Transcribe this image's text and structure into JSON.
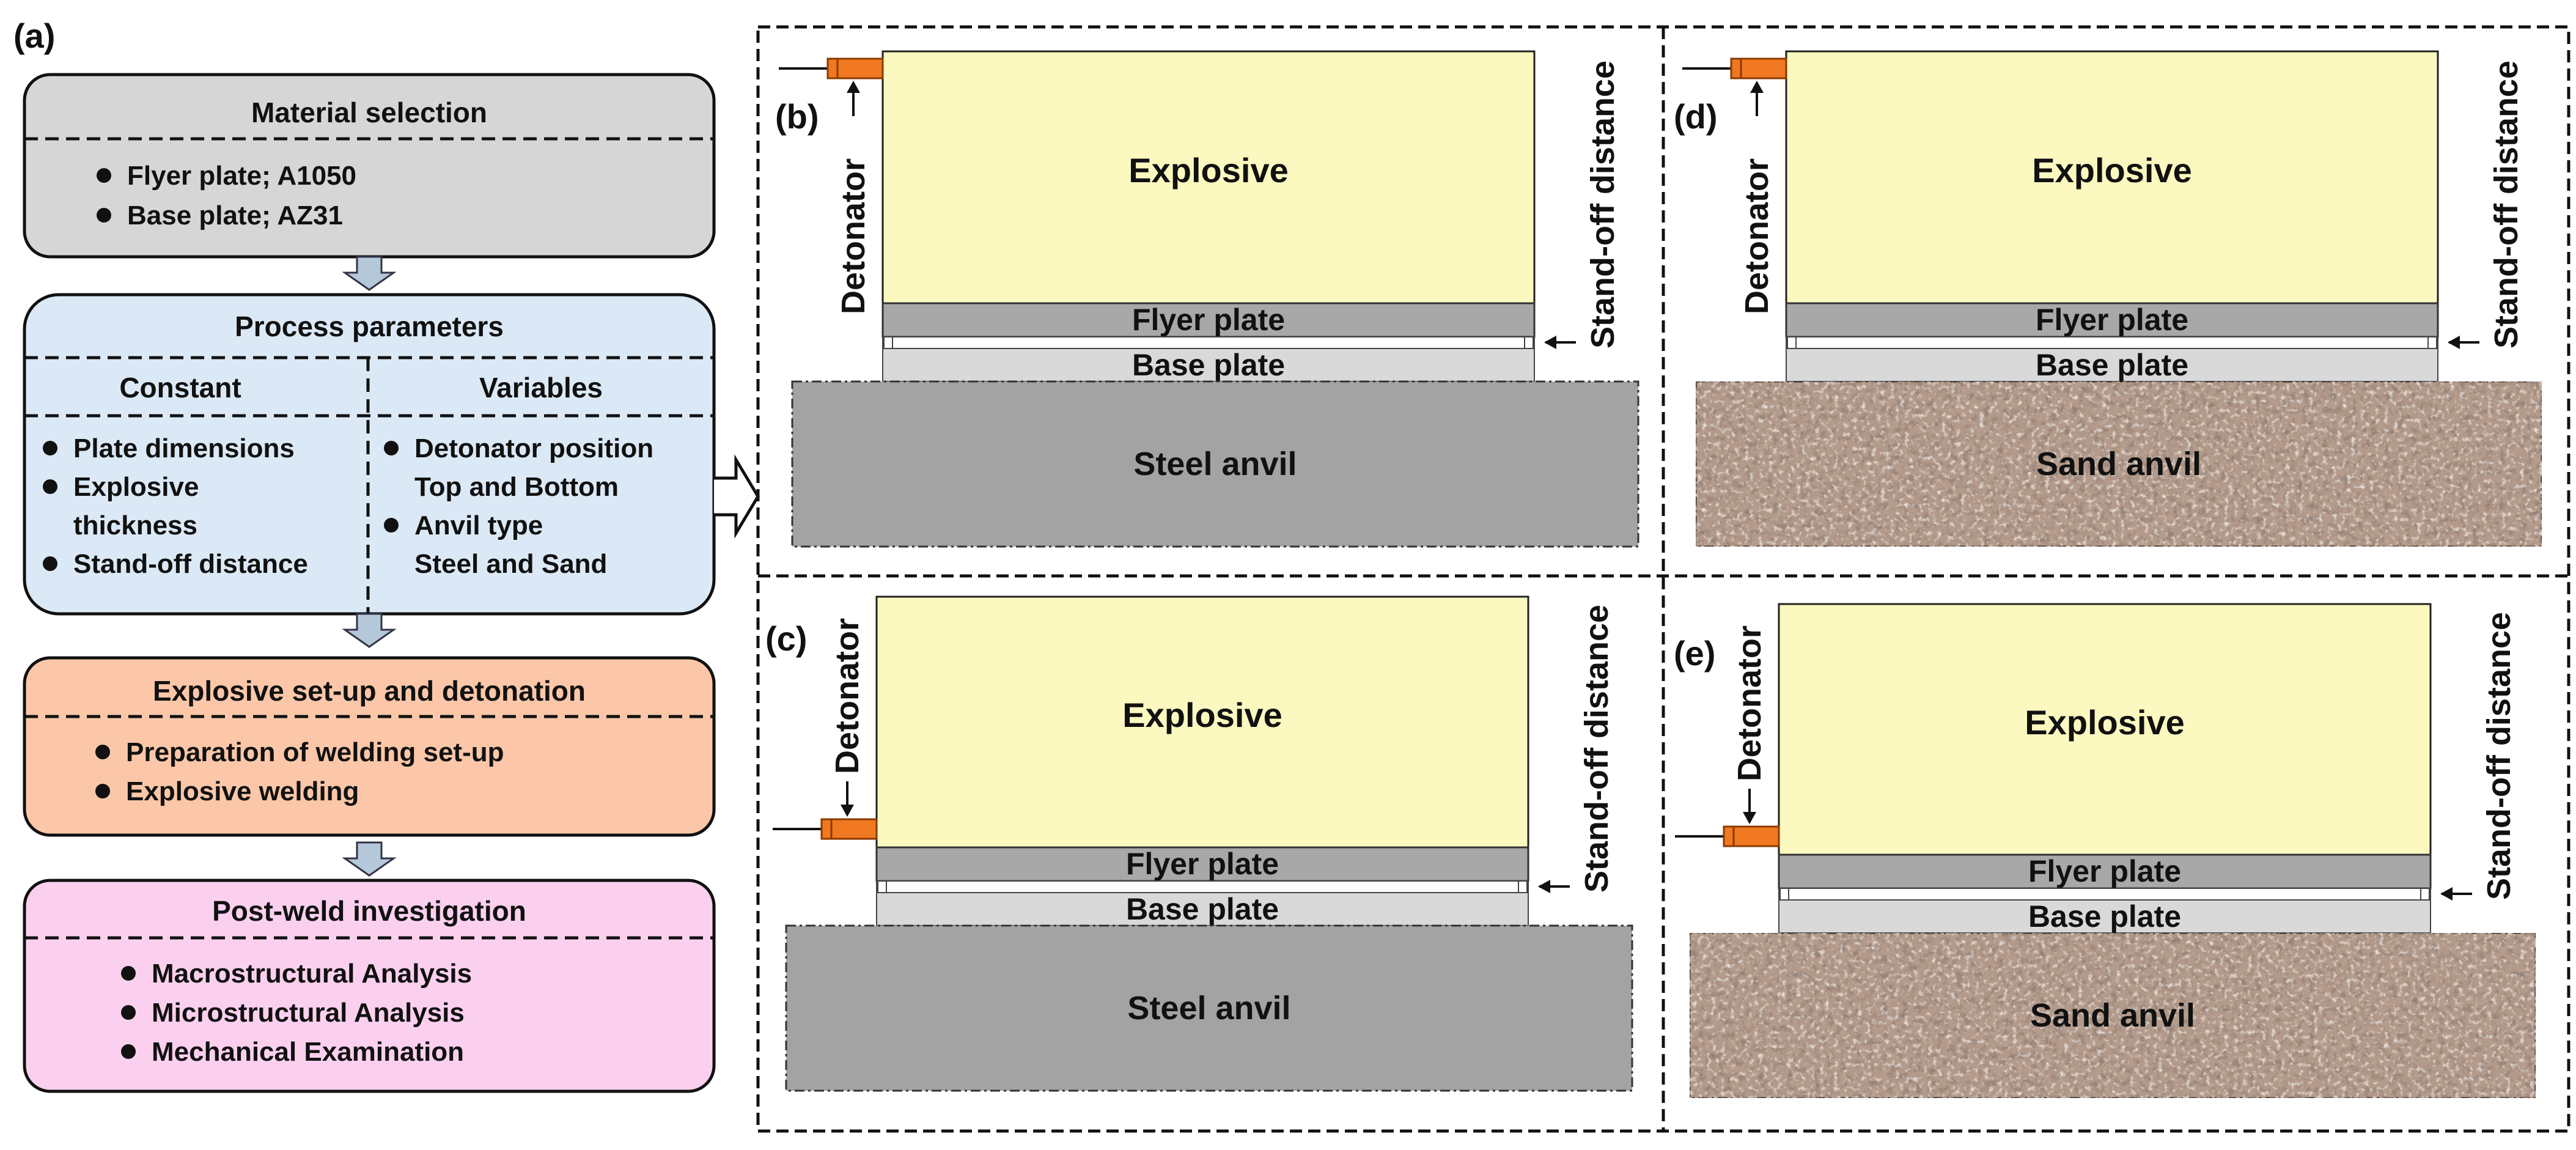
{
  "panel_a": {
    "label": "(a)",
    "material": {
      "title": "Material selection",
      "items": [
        "Flyer plate; A1050",
        "Base plate; AZ31"
      ]
    },
    "process": {
      "title": "Process parameters",
      "constant_header": "Constant",
      "variables_header": "Variables",
      "constant_items": [
        {
          "bullet": true,
          "text": "Plate dimensions"
        },
        {
          "bullet": true,
          "text": "Explosive"
        },
        {
          "bullet": false,
          "text": "thickness"
        },
        {
          "bullet": true,
          "text": "Stand-off distance"
        }
      ],
      "variable_items": [
        {
          "bullet": true,
          "text": "Detonator position"
        },
        {
          "bullet": false,
          "text": "Top and Bottom"
        },
        {
          "bullet": true,
          "text": "Anvil type"
        },
        {
          "bullet": false,
          "text": "Steel and Sand"
        }
      ]
    },
    "setup": {
      "title": "Explosive set-up and detonation",
      "items": [
        "Preparation of welding set-up",
        "Explosive welding"
      ]
    },
    "post": {
      "title": "Post-weld investigation",
      "items": [
        "Macrostructural Analysis",
        "Microstructural Analysis",
        "Mechanical Examination"
      ]
    }
  },
  "panels": {
    "b": {
      "label": "(b)",
      "explosive": "Explosive",
      "flyer": "Flyer plate",
      "base": "Base plate",
      "anvil": "Steel anvil",
      "detonator": "Detonator",
      "standoff": "Stand-off distance"
    },
    "c": {
      "label": "(c)",
      "explosive": "Explosive",
      "flyer": "Flyer plate",
      "base": "Base plate",
      "anvil": "Steel anvil",
      "detonator": "Detonator",
      "standoff": "Stand-off distance"
    },
    "d": {
      "label": "(d)",
      "explosive": "Explosive",
      "flyer": "Flyer plate",
      "base": "Base plate",
      "anvil": "Sand anvil",
      "detonator": "Detonator",
      "standoff": "Stand-off distance"
    },
    "e": {
      "label": "(e)",
      "explosive": "Explosive",
      "flyer": "Flyer plate",
      "base": "Base plate",
      "anvil": "Sand anvil",
      "detonator": "Detonator",
      "standoff": "Stand-off distance"
    }
  },
  "colors": {
    "material_box": "#d6d6d6",
    "process_box": "#dbe9f6",
    "setup_box": "#fbc7a8",
    "post_box": "#fbd0ee",
    "explosive": "#fbf8c0",
    "flyer_plate": "#a8a8a8",
    "base_plate": "#d9d9d9",
    "steel_anvil": "#a3a3a3",
    "sand_anvil": "#b39a8a",
    "detonator": "#f07820",
    "flow_arrow": "#b4c8da"
  }
}
